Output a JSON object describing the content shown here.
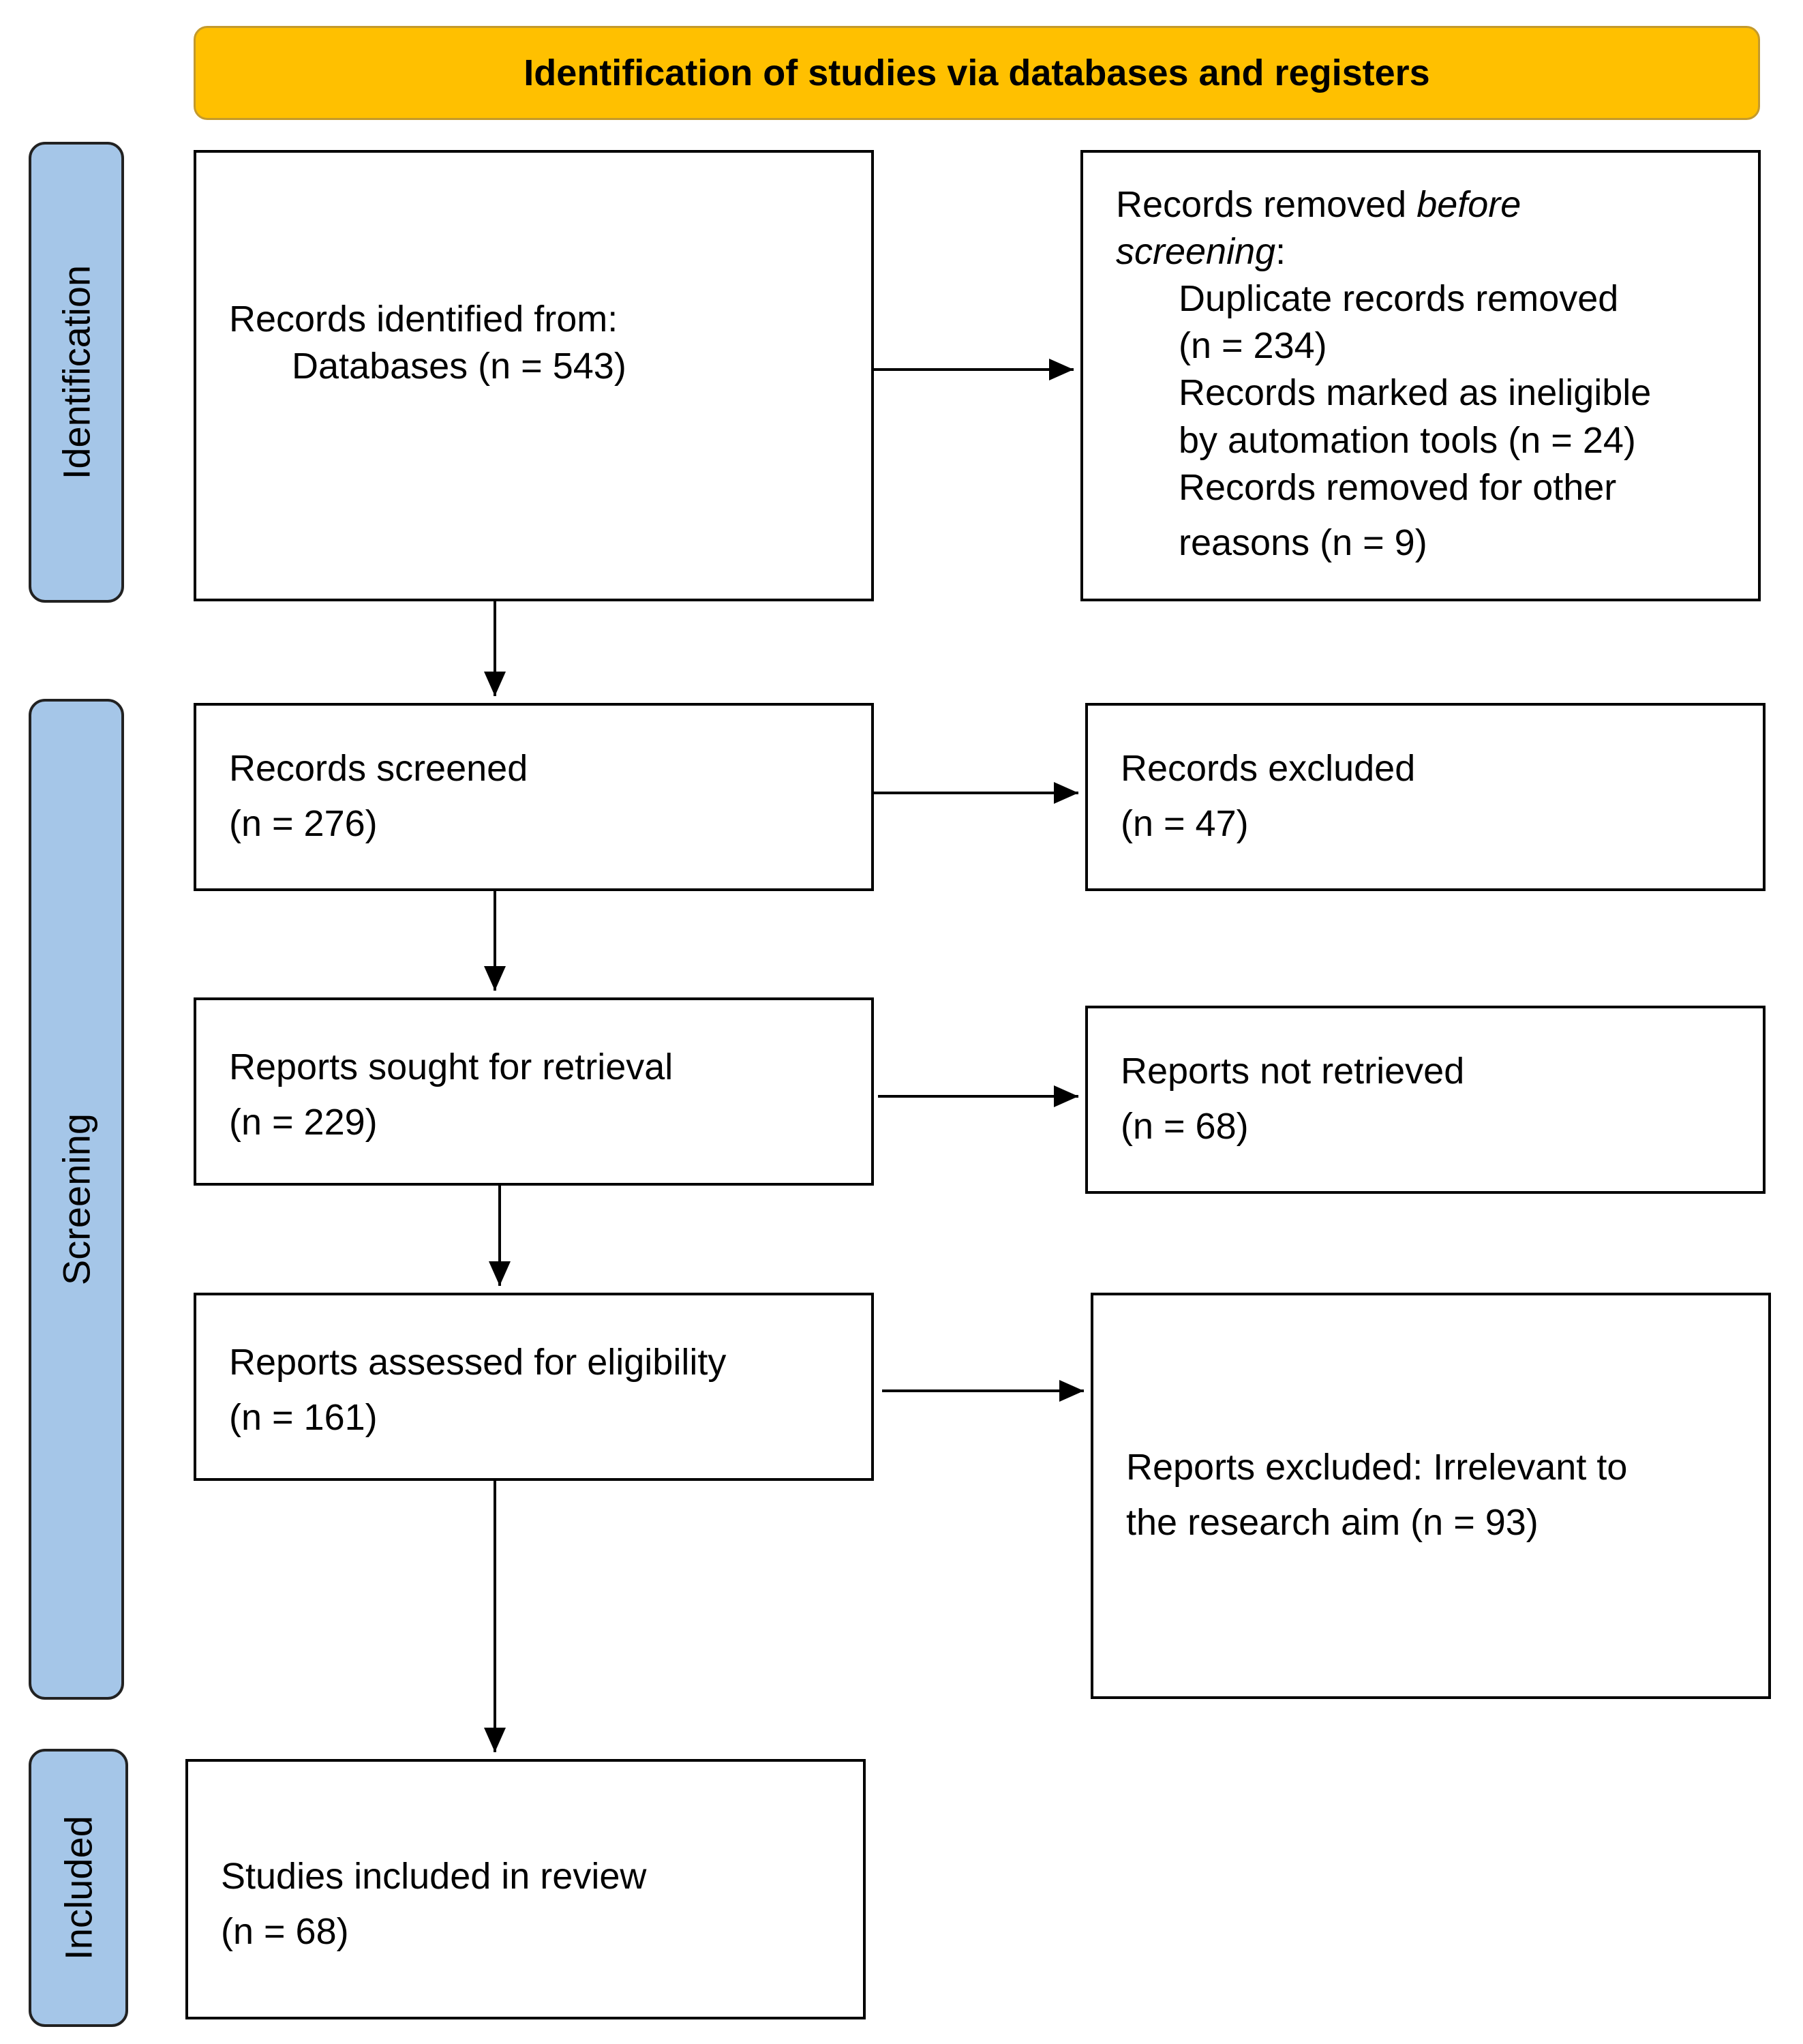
{
  "header": {
    "title": "Identification of studies via databases and registers"
  },
  "phases": {
    "identification": "Identification",
    "screening": "Screening",
    "included": "Included"
  },
  "boxes": {
    "records_identified": {
      "line1": "Records identified from:",
      "line2": "Databases (n = 543)"
    },
    "records_removed": {
      "heading_normal": "Records removed ",
      "heading_italic_1": "before",
      "heading_italic_2": "screening",
      "heading_colon": ":",
      "duplicate_1": "Duplicate records removed",
      "duplicate_2": "(n = 234)",
      "ineligible_1": "Records marked as ineligible",
      "ineligible_2": "by automation tools (n = 24)",
      "other_1": "Records removed for other",
      "other_2": "reasons (n = 9)"
    },
    "records_screened": {
      "line1": "Records screened",
      "line2": "(n = 276)"
    },
    "records_excluded": {
      "line1": "Records excluded",
      "line2": "(n = 47)"
    },
    "reports_sought": {
      "line1": "Reports sought for retrieval",
      "line2": "(n = 229)"
    },
    "reports_not_retrieved": {
      "line1": "Reports not retrieved",
      "line2": "(n = 68)"
    },
    "reports_assessed": {
      "line1": "Reports assessed for eligibility",
      "line2": "(n = 161)"
    },
    "reports_excluded": {
      "line1": "Reports excluded: Irrelevant to",
      "line2": "the research aim (n = 93)"
    },
    "studies_included": {
      "line1": "Studies included in review",
      "line2": "(n = 68)"
    }
  }
}
